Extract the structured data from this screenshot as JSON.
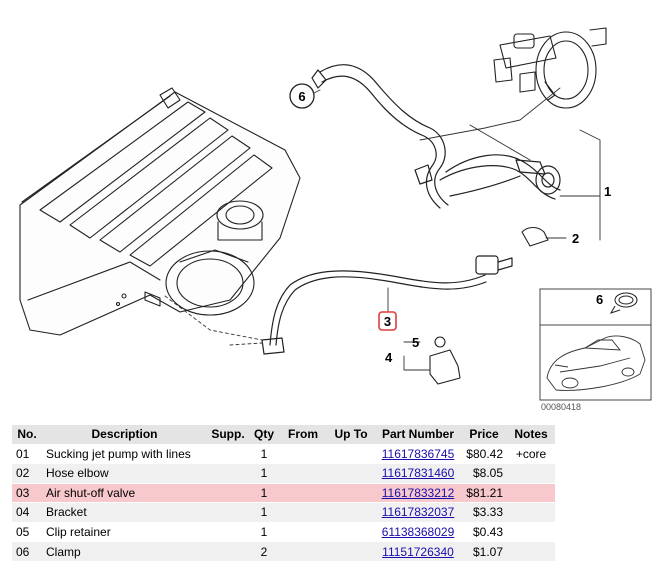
{
  "diagram": {
    "callouts": [
      "1",
      "2",
      "3",
      "4",
      "5",
      "6"
    ],
    "inset_callout": "6",
    "image_id": "00080418",
    "highlight_color": "#e03c3c"
  },
  "table": {
    "headers": [
      "No.",
      "Description",
      "Supp.",
      "Qty",
      "From",
      "Up To",
      "Part Number",
      "Price",
      "Notes"
    ],
    "highlight_color": "#f7c8cc",
    "rows": [
      {
        "no": "01",
        "description": "Sucking jet pump with lines",
        "supp": "",
        "qty": "1",
        "from": "",
        "upto": "",
        "part_number": "11617836745",
        "price": "$80.42",
        "notes": "+core"
      },
      {
        "no": "02",
        "description": "Hose elbow",
        "supp": "",
        "qty": "1",
        "from": "",
        "upto": "",
        "part_number": "11617831460",
        "price": "$8.05",
        "notes": ""
      },
      {
        "no": "03",
        "description": "Air shut-off valve",
        "supp": "",
        "qty": "1",
        "from": "",
        "upto": "",
        "part_number": "11617833212",
        "price": "$81.21",
        "notes": ""
      },
      {
        "no": "04",
        "description": "Bracket",
        "supp": "",
        "qty": "1",
        "from": "",
        "upto": "",
        "part_number": "11617832037",
        "price": "$3.33",
        "notes": ""
      },
      {
        "no": "05",
        "description": "Clip retainer",
        "supp": "",
        "qty": "1",
        "from": "",
        "upto": "",
        "part_number": "61138368029",
        "price": "$0.43",
        "notes": ""
      },
      {
        "no": "06",
        "description": "Clamp",
        "supp": "",
        "qty": "2",
        "from": "",
        "upto": "",
        "part_number": "11151726340",
        "price": "$1.07",
        "notes": ""
      }
    ]
  }
}
